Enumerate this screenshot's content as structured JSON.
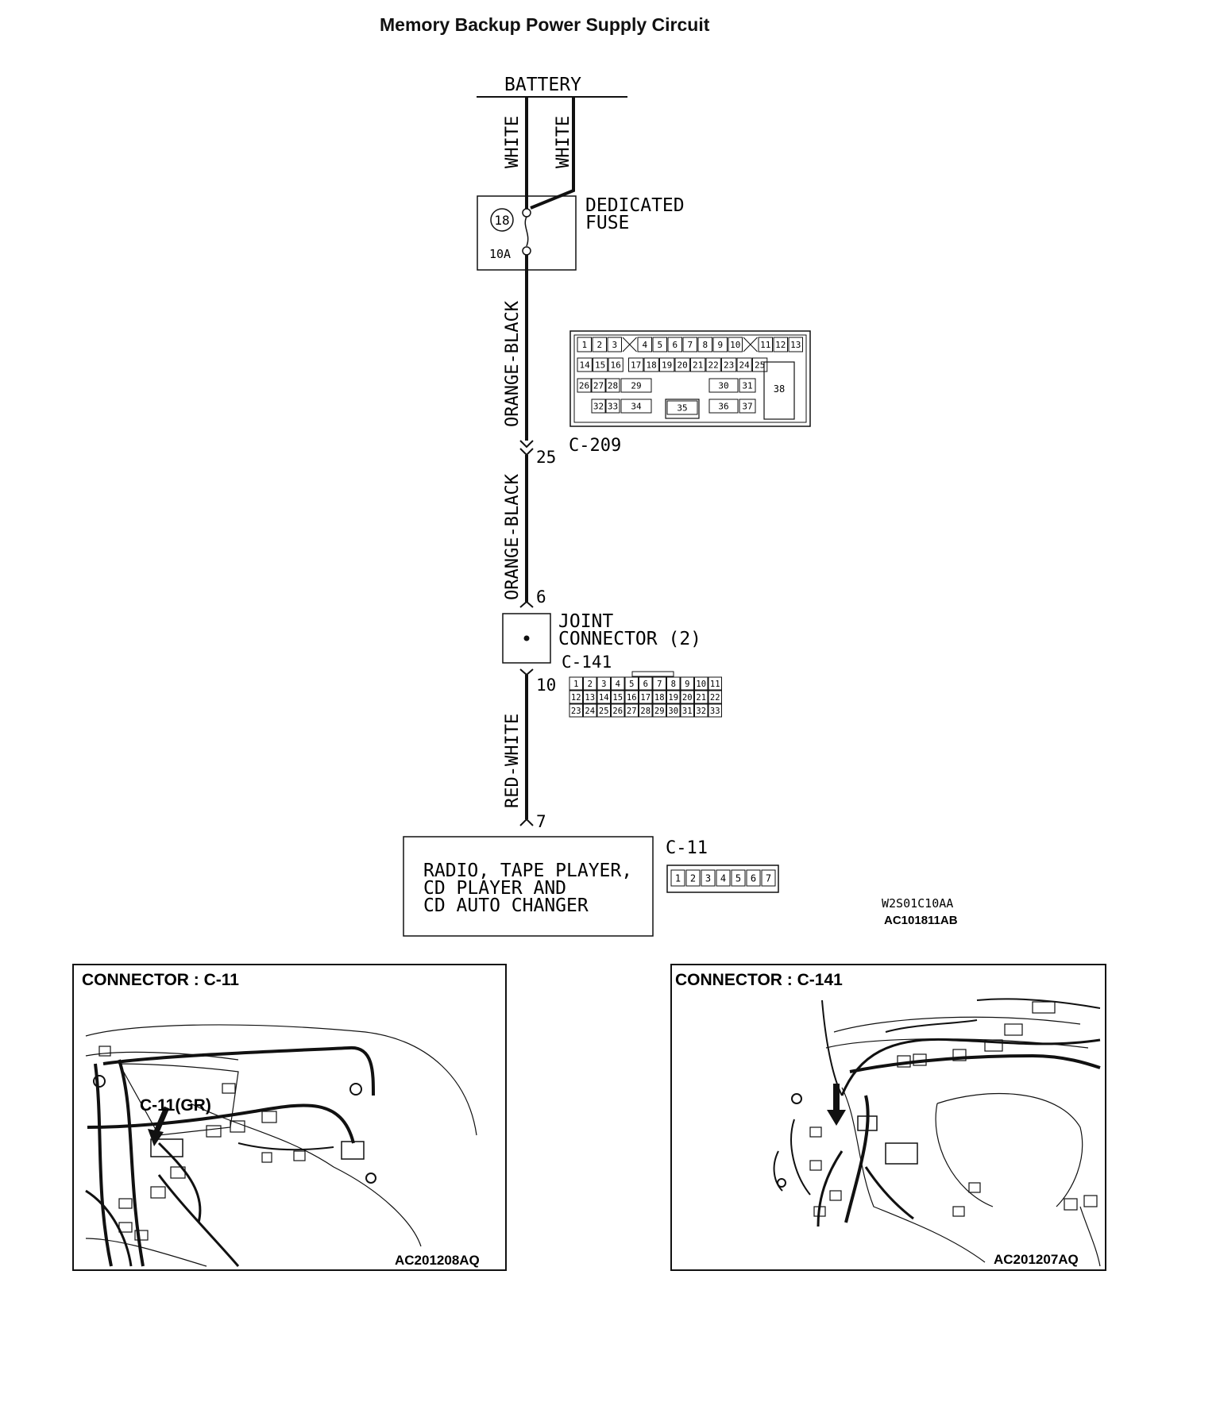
{
  "title": "Memory Backup Power Supply Circuit",
  "battery": "BATTERY",
  "wires": {
    "white_left": "WHITE",
    "white_right": "WHITE",
    "orange_black_1": "ORANGE-BLACK",
    "orange_black_2": "ORANGE-BLACK",
    "red_white": "RED-WHITE"
  },
  "fuse": {
    "label_line1": "DEDICATED",
    "label_line2": "FUSE",
    "number": "18",
    "rating": "10A"
  },
  "connector_c209": {
    "name": "C-209",
    "pin": "25",
    "row1": [
      "1",
      "2",
      "3",
      "4",
      "5",
      "6",
      "7",
      "8",
      "9",
      "10",
      "11",
      "12",
      "13"
    ],
    "row2": [
      "14",
      "15",
      "16",
      "17",
      "18",
      "19",
      "20",
      "21",
      "22",
      "23",
      "24",
      "25"
    ],
    "row3": [
      "26",
      "27",
      "28",
      "29",
      "30",
      "31"
    ],
    "row4": [
      "32",
      "33",
      "34",
      "35",
      "36",
      "37"
    ],
    "big": "38"
  },
  "joint_connector": {
    "label_line1": "JOINT",
    "label_line2": "CONNECTOR (2)",
    "name": "C-141",
    "pin_in": "6",
    "pin_out": "10",
    "row1": [
      "1",
      "2",
      "3",
      "4",
      "5",
      "6",
      "7",
      "8",
      "9",
      "10",
      "11"
    ],
    "row2": [
      "12",
      "13",
      "14",
      "15",
      "16",
      "17",
      "18",
      "19",
      "20",
      "21",
      "22"
    ],
    "row3": [
      "23",
      "24",
      "25",
      "26",
      "27",
      "28",
      "29",
      "30",
      "31",
      "32",
      "33"
    ]
  },
  "radio": {
    "line1": "RADIO, TAPE PLAYER,",
    "line2": "CD PLAYER AND",
    "line3": "CD AUTO CHANGER",
    "pin": "7"
  },
  "connector_c11": {
    "name": "C-11",
    "pins": [
      "1",
      "2",
      "3",
      "4",
      "5",
      "6",
      "7"
    ]
  },
  "codes": {
    "code1": "W2S01C10AA",
    "code2": "AC101811AB"
  },
  "panel_left": {
    "title": "CONNECTOR : C-11",
    "callout": "C-11(GR)",
    "code": "AC201208AQ"
  },
  "panel_right": {
    "title": "CONNECTOR : C-141",
    "code": "AC201207AQ"
  }
}
